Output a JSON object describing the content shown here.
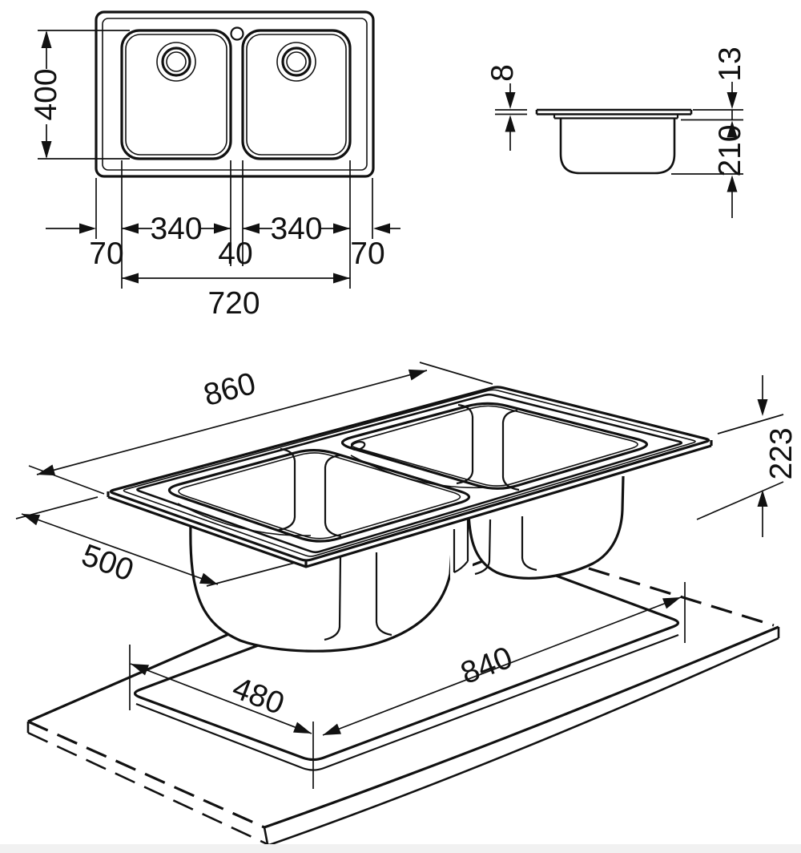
{
  "drawing": {
    "title": "double-bowl-sink-technical-drawing",
    "line_color": "#111111",
    "background": "#ffffff",
    "plan": {
      "depth": "400",
      "bowl_left": "340",
      "bowl_right": "340",
      "gap": "40",
      "margin_left": "70",
      "margin_right": "70",
      "span": "720"
    },
    "section": {
      "flange_thickness": "8",
      "rim_height": "13",
      "bowl_depth": "210"
    },
    "iso": {
      "length": "860",
      "width": "500",
      "height": "223",
      "cutout_length": "840",
      "cutout_width": "480"
    }
  }
}
